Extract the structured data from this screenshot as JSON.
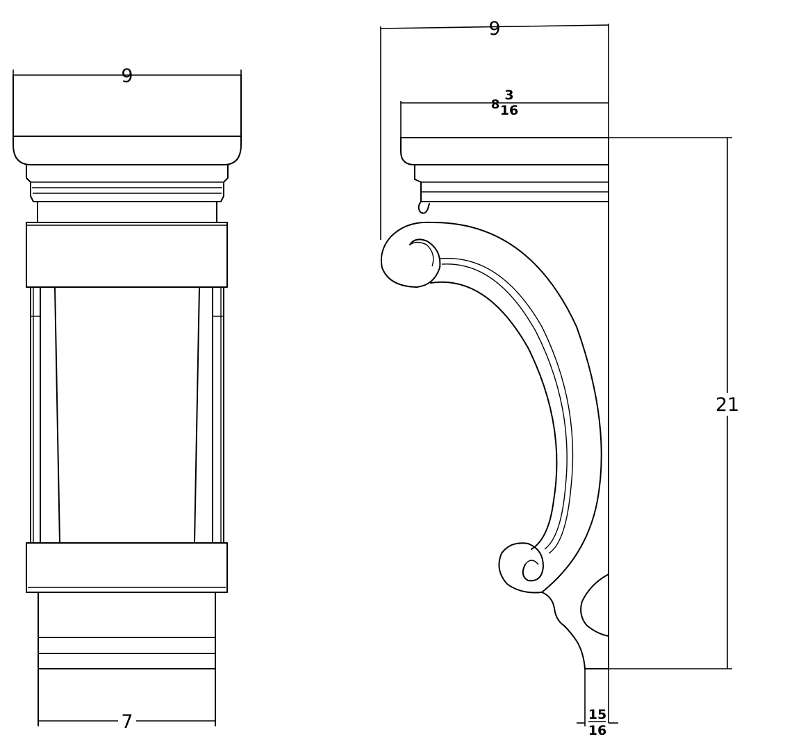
{
  "front_view": {
    "top_width": "9",
    "bottom_width": "7"
  },
  "side_view": {
    "overall_depth": "9",
    "cap_depth_whole": "8",
    "cap_depth_num": "3",
    "cap_depth_den": "16",
    "height": "21",
    "foot_num": "15",
    "foot_den": "16"
  }
}
